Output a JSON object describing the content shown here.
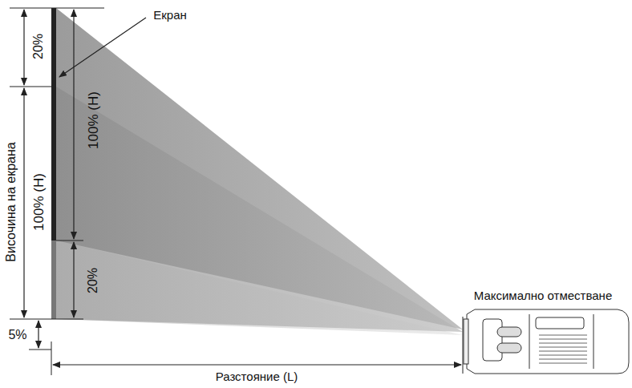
{
  "diagram": {
    "labels": [
      "Екран",
      "20%",
      "Височина на екрана",
      "100% (H)",
      "100% (H)",
      "20%",
      "5%",
      "Разстояние (L)",
      "Максимално отместване"
    ]
  }
}
